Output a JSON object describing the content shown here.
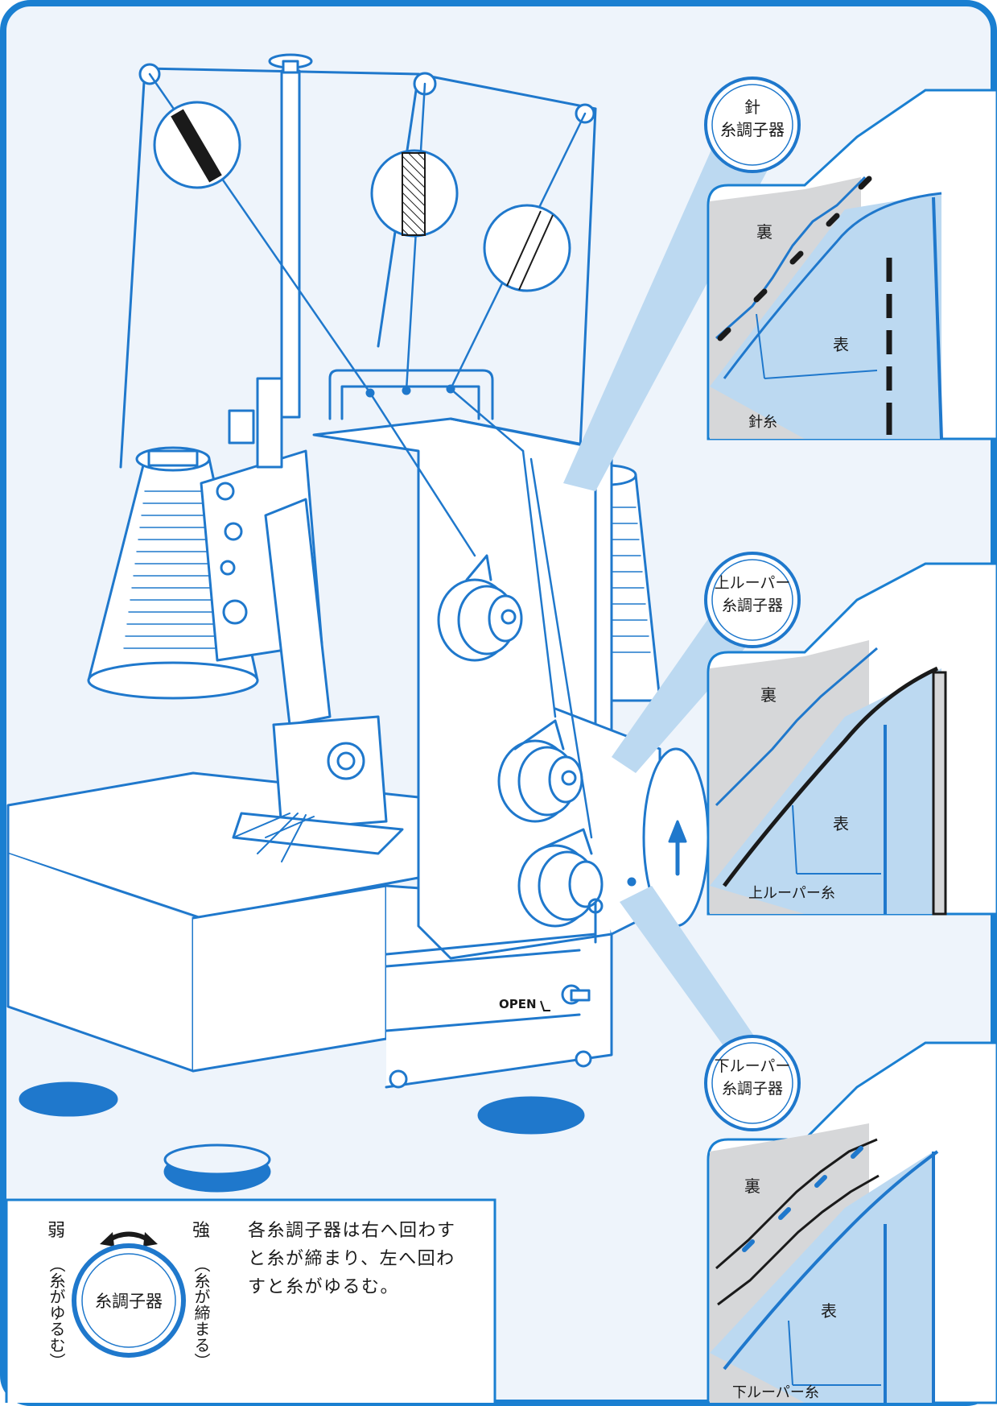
{
  "colors": {
    "frame": "#1a7fd1",
    "frame_bg": "#eef4fb",
    "line": "#1f78cc",
    "light_fill": "#bcd9f1",
    "back_fill": "#d6d7d9",
    "dark": "#1a1a1a"
  },
  "callouts": {
    "needle": {
      "title_line1": "針",
      "title_line2": "糸調子器",
      "back_label": "裏",
      "front_label": "表",
      "thread_label": "針糸"
    },
    "upper_looper": {
      "title_line1": "上ルーパー",
      "title_line2": "糸調子器",
      "back_label": "裏",
      "front_label": "表",
      "thread_label": "上ルーパー糸"
    },
    "lower_looper": {
      "title_line1": "下ルーパー",
      "title_line2": "糸調子器",
      "back_label": "裏",
      "front_label": "表",
      "thread_label": "下ルーパー糸"
    }
  },
  "machine": {
    "open_label": "OPEN"
  },
  "legend": {
    "weak": "弱",
    "weak_note": "（糸がゆるむ）",
    "strong": "強",
    "strong_note": "（糸が締まる）",
    "dial_label": "糸調子器",
    "description_line1": "各糸調子器は右へ回わす",
    "description_line2": "と糸が締まり、左へ回わ",
    "description_line3": "すと糸がゆるむ。"
  }
}
